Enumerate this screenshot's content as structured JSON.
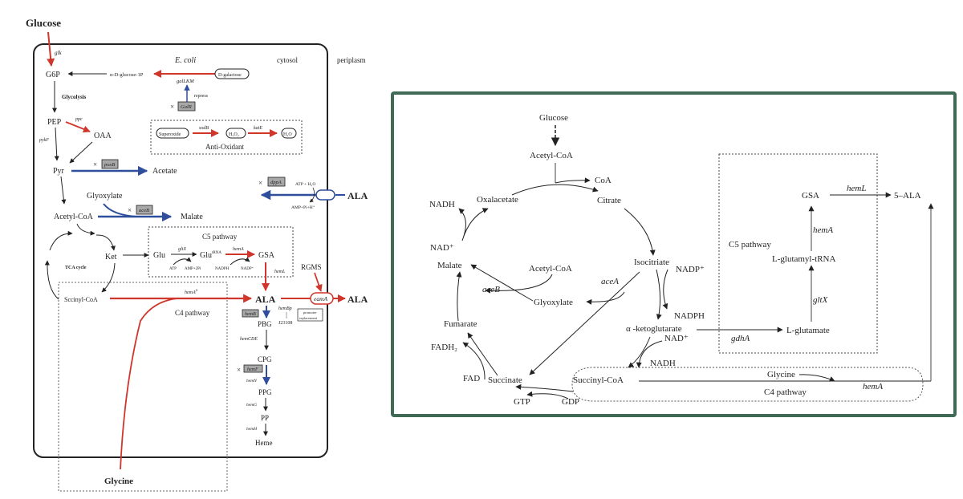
{
  "left_diagram": {
    "outside_top": "Glucose",
    "outside_bottom": "Glycine",
    "organism": "E. coli",
    "compartments": {
      "cytosol": "cytosol",
      "periplasm": "periplasm"
    },
    "labels": {
      "glk": "glk",
      "g6p": "G6P",
      "glucose1p": "α-D-glucose-1P",
      "dgalactose": "D-galactose",
      "galLKM": "galLKM",
      "repress": "repress",
      "galR": "GalR",
      "glycolysis": "Glycolysis",
      "pep": "PEP",
      "ppc": "ppc",
      "oaa": "OAA",
      "pykF": "pykF",
      "pyr": "Pyr",
      "poxB": "poxB",
      "acetate": "Acetate",
      "superoxide": "Superoxide",
      "sodB": "sodB",
      "h2o2": "H₂O₂",
      "katE": "katE",
      "h2o": "H₂O",
      "antioxidant": "Anti-Oxidant",
      "glyoxylate": "Glyoxylate",
      "aceB": "aceB",
      "malate": "Malate",
      "acetylcoa": "Acetyl-CoA",
      "dppA": "dppA",
      "atp_h2o": "ATP + H₂O",
      "amp_pi": "AMP+Pi+H⁺",
      "ala_periplasm": "ALA",
      "ket": "Ket",
      "tca": "TCA cycle",
      "c5": "C5 pathway",
      "glu": "Glu",
      "gltX": "gltX",
      "glutrna": "Glu",
      "trna_sup": "tRNA",
      "hemA": "hemA",
      "gsa": "GSA",
      "atp": "ATP",
      "amp2pi": "AMP+2Pi",
      "nadph": "NADPH",
      "nadp": "NADP⁺",
      "hemL": "hemL",
      "rgms": "RGMS",
      "succinylcoa": "Sccinyl-CoA",
      "hemAfr": "hemA",
      "hemAfr_sup": "fr",
      "c4": "C4 pathway",
      "ala": "ALA",
      "eamA": "eamA",
      "ala_out": "ALA",
      "hemB": "hemB",
      "hemBp": "hemBp",
      "j23108": "J23108",
      "promoter1": "promoter",
      "promoter2": "replacement",
      "pbg": "PBG",
      "hemCDE": "hemCDE",
      "cpg": "CPG",
      "hemF": "hemF",
      "hemN": "hemN",
      "ppg": "PPG",
      "hemG": "hemG",
      "pp": "PP",
      "hemH": "hemH",
      "heme": "Heme"
    }
  },
  "right_diagram": {
    "border_color": "#3f6a55",
    "labels": {
      "glucose": "Glucose",
      "acetylcoa_top": "Acetyl-CoA",
      "coa": "CoA",
      "citrate": "Citrate",
      "oxalacetate": "Oxalacetate",
      "nadh_top": "NADH",
      "nad_left": "NAD⁺",
      "malate": "Malate",
      "acetylcoa_mid": "Acetyl-CoA",
      "aceB": "aceB",
      "glyoxylate": "Glyoxylate",
      "aceA": "aceA",
      "isocitrate": "Isocitriate",
      "nadp": "NADP⁺",
      "nadph": "NADPH",
      "akg": "α -ketoglutarate",
      "nad_right": "NAD⁺",
      "nadh_bottom": "NADH",
      "fumarate": "Fumarate",
      "fadh2": "FADH₂",
      "fad": "FAD",
      "succinate": "Succinate",
      "gtp": "GTP",
      "gdp": "GDP",
      "succinylcoa": "Succinyl-CoA",
      "glycine": "Glycine",
      "c4": "C4 pathway",
      "hemA_c4": "hemA",
      "gdhA": "gdhA",
      "lglutamate": "L-glutamate",
      "gltX": "gltX",
      "lglutamyltrna": "L-glutamyl-tRNA",
      "hemA_c5": "hemA",
      "c5": "C5 pathway",
      "gsa": "GSA",
      "hemL": "hemL",
      "ala": "5–ALA"
    }
  },
  "colors": {
    "red": "#d0372c",
    "blue": "#2f4f9c",
    "black": "#222222",
    "gray_box": "#a8a8a8"
  }
}
